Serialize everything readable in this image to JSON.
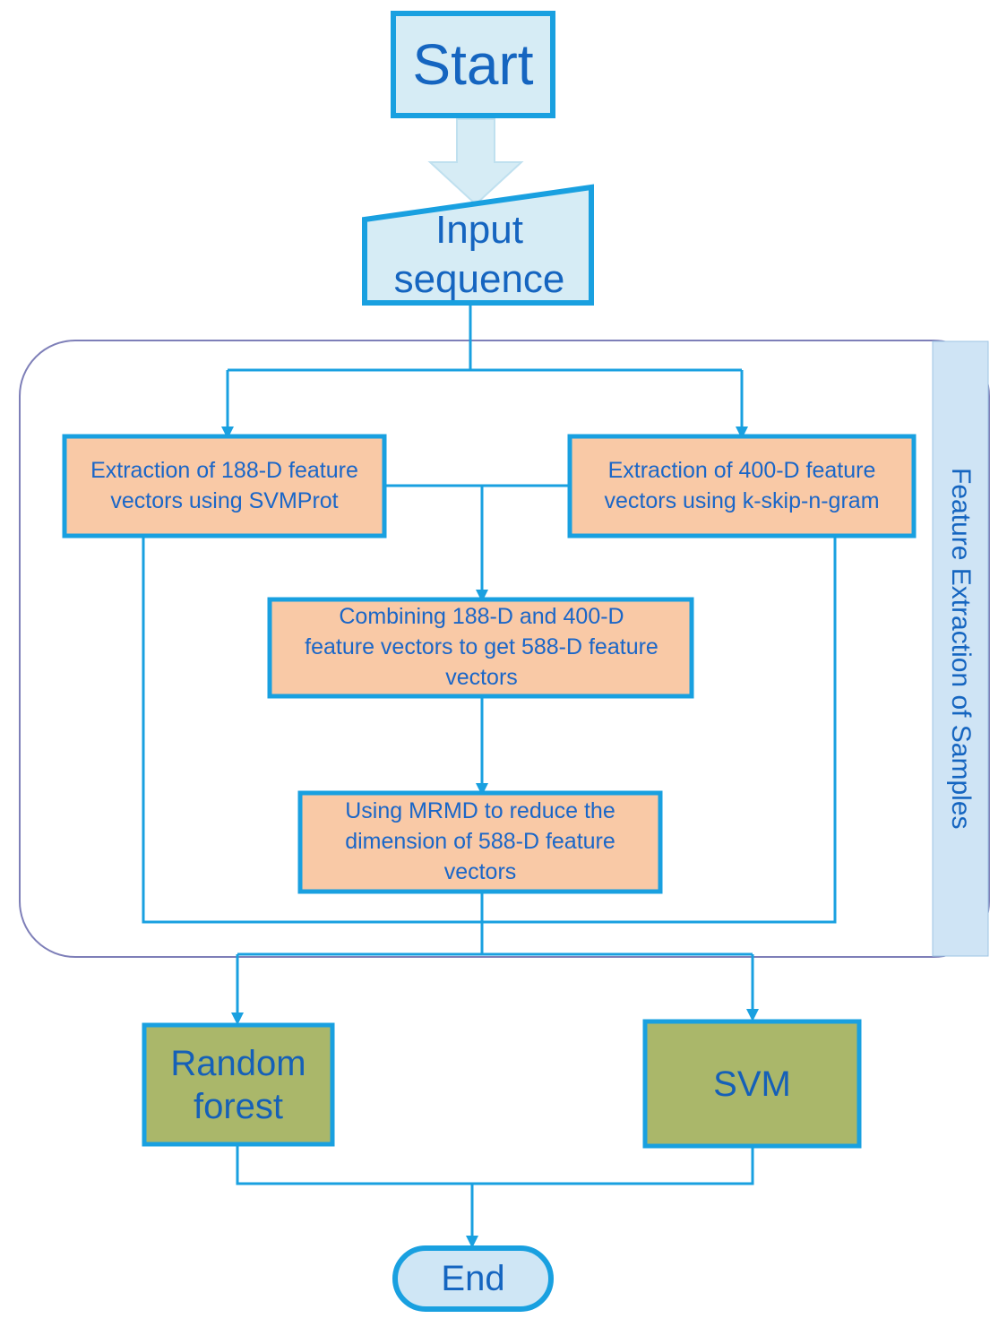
{
  "colors": {
    "line": "#19a0e0",
    "start_fill": "#d6ecf5",
    "process_fill": "#f9c9a6",
    "classifier_fill": "#aab76a",
    "end_fill": "#cfe6f5",
    "text": "#1565c0",
    "container_stroke": "#7e7fb8",
    "label_fill": "#cfe4f5"
  },
  "nodes": {
    "start": "Start",
    "input": "Input sequence",
    "svmprot": "Extraction of 188-D feature vectors using SVMProt",
    "kskip": "Extraction of 400-D feature vectors using k-skip-n-gram",
    "combine": "Combining 188-D and 400-D feature vectors to get  588-D feature  vectors",
    "mrmd": "Using MRMD to reduce the dimension of 588-D feature vectors",
    "random_forest": "Random forest",
    "svm": "SVM",
    "end": "End"
  },
  "group_label": "Feature Extraction of Samples"
}
